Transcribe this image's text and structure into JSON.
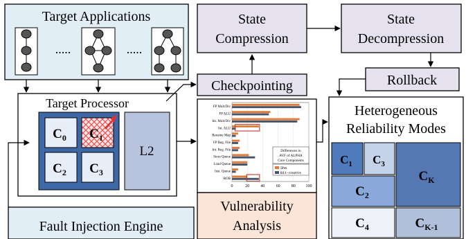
{
  "target_applications": {
    "title": "Target Applications",
    "ellipsis_left": ".....",
    "ellipsis_right": "....."
  },
  "target_processor": {
    "title": "Target Processor",
    "cores": [
      {
        "name": "C",
        "sub": "0",
        "faulty": false
      },
      {
        "name": "C",
        "sub": "1",
        "faulty": true
      },
      {
        "name": "C",
        "sub": "2",
        "faulty": false
      },
      {
        "name": "C",
        "sub": "3",
        "faulty": false
      }
    ],
    "cache": "L2"
  },
  "fault_injection": {
    "label": "Fault Injection Engine"
  },
  "state_compression": {
    "line1": "State",
    "line2": "Compression"
  },
  "state_decompression": {
    "line1": "State",
    "line2": "Decompression"
  },
  "checkpointing": {
    "label": "Checkpointing"
  },
  "rollback": {
    "label": "Rollback"
  },
  "vulnerability": {
    "line1": "Vulnerability",
    "line2": "Analysis"
  },
  "reliability": {
    "line1": "Heterogeneous",
    "line2": "Reliability Modes",
    "blocks": [
      {
        "name": "C",
        "sub": "1",
        "color": "#4f7bbd"
      },
      {
        "name": "C",
        "sub": "3",
        "color": "#c5d3ea"
      },
      {
        "name": "C",
        "sub": "K",
        "color": "#5578b2"
      },
      {
        "name": "C",
        "sub": "2",
        "color": "#8aa9da"
      },
      {
        "name": "C",
        "sub": "4",
        "color": "#eef1f7"
      },
      {
        "name": "C",
        "sub": "K-1",
        "color": "#b0c0da"
      }
    ]
  },
  "chart_data": {
    "type": "bar",
    "orientation": "horizontal",
    "categories": [
      "FP Mult/Div",
      "FP ALU",
      "Int. Mult/Div",
      "Int. ALU",
      "Rename Map",
      "FP Reg. File",
      "Int. Reg. File",
      "Store Queue",
      "Load Queue",
      "Inst. Queue",
      "ROB"
    ],
    "series": [
      {
        "name": "Sha",
        "color": "#e07b39",
        "values": [
          88,
          50,
          88,
          35,
          8,
          10,
          10,
          22,
          20,
          8,
          20
        ]
      },
      {
        "name": "Bit-counts",
        "color": "#44546a",
        "values": [
          90,
          48,
          85,
          5,
          5,
          8,
          8,
          30,
          20,
          5,
          35
        ]
      }
    ],
    "xlim": [
      0,
      100
    ],
    "xticks": [
      "0",
      "20",
      "40",
      "60",
      "80",
      "100"
    ],
    "annotation": [
      "Differences in",
      "AVF of ALPHA",
      "Core Components"
    ],
    "highlight_color": "#c0392b"
  }
}
